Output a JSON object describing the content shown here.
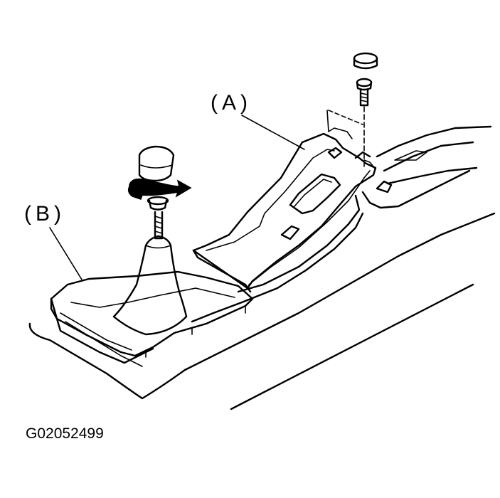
{
  "labels": {
    "panel_a": "(A)",
    "boot_b": "(B)"
  },
  "figure_id": "G02052499"
}
